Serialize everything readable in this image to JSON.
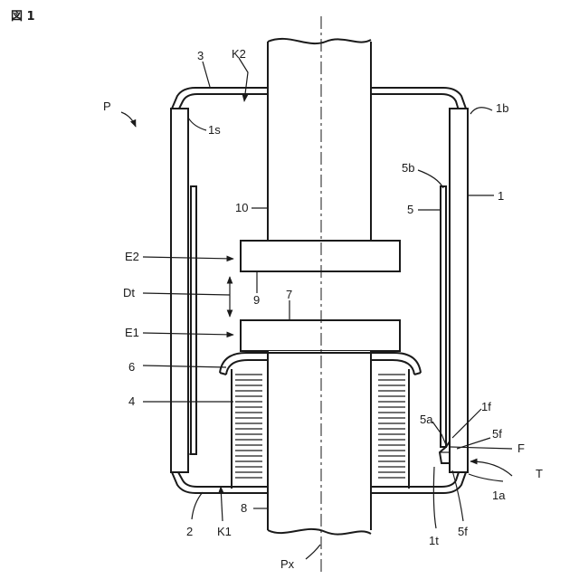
{
  "figure": {
    "title": "図 1"
  },
  "labels": {
    "P": "P",
    "K2": "K2",
    "n3": "3",
    "n1b": "1b",
    "n1s": "1s",
    "n5b": "5b",
    "n5": "5",
    "n1": "1",
    "n10": "10",
    "E2": "E2",
    "Dt": "Dt",
    "n9": "9",
    "n7": "7",
    "E1": "E1",
    "n6": "6",
    "n4": "4",
    "n1f": "1f",
    "n5a": "5a",
    "n5f_top": "5f",
    "F": "F",
    "T": "T",
    "n8": "8",
    "n2": "2",
    "K1": "K1",
    "n1a": "1a",
    "n1t": "1t",
    "n5f_bot": "5f",
    "Px": "Px"
  }
}
